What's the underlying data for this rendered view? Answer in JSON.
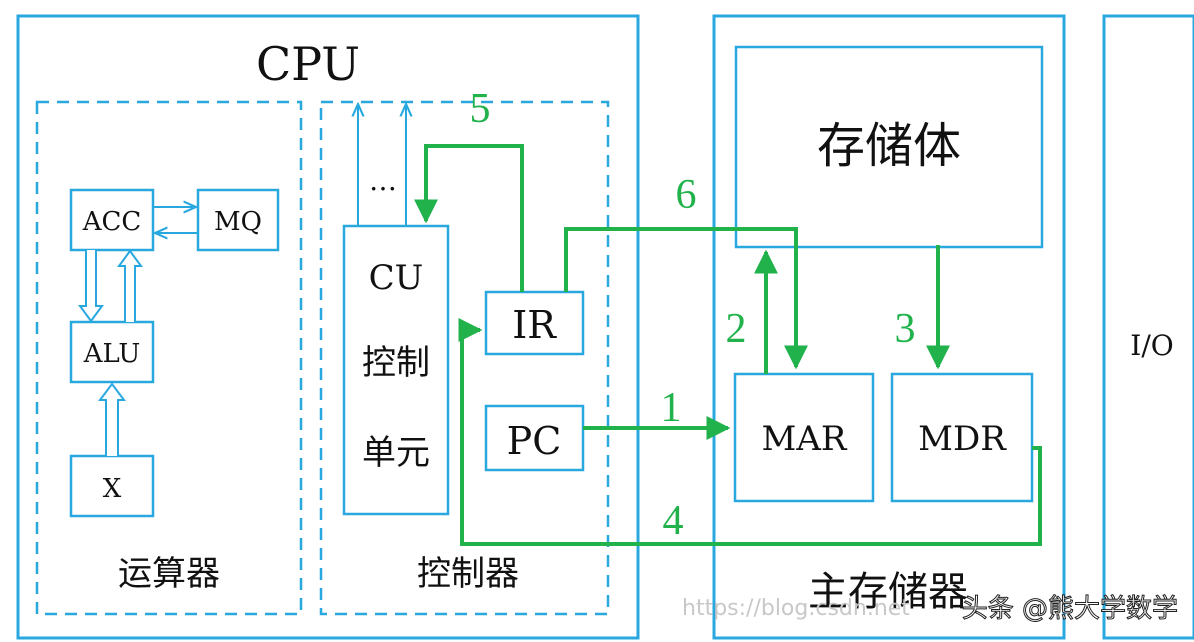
{
  "colors": {
    "box": "#29a8e0",
    "flow": "#22b24c",
    "dashed": "#29a8e0",
    "text": "#111111",
    "watermark": "#c8c8c8"
  },
  "cpu": {
    "title": "CPU",
    "alu_group": {
      "label": "运算器",
      "acc": "ACC",
      "mq": "MQ",
      "alu": "ALU",
      "x": "X"
    },
    "control_group": {
      "label": "控制器",
      "dots": "…",
      "cu_lines": [
        "CU",
        "控制",
        "单元"
      ],
      "ir": "IR",
      "pc": "PC"
    }
  },
  "memory": {
    "label": "主存储器",
    "storage": "存储体",
    "mar": "MAR",
    "mdr": "MDR"
  },
  "io": {
    "label": "I/O"
  },
  "steps": [
    "1",
    "2",
    "3",
    "4",
    "5",
    "6"
  ],
  "watermark": {
    "url": "https://blog.csdn.net",
    "brand": "头条 @熊大学数学"
  }
}
